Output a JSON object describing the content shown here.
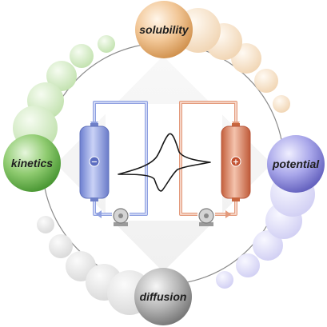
{
  "labels": {
    "solubility": "solubility",
    "kinetics": "kinetics",
    "potential": "potential",
    "diffusion": "diffusion"
  },
  "cells": {
    "negative_sign": "−",
    "positive_sign": "+"
  },
  "colors": {
    "solubility": "#e0ad72",
    "kinetics": "#5aa83e",
    "potential": "#7a78cf",
    "diffusion": "#8e8e8e",
    "negative_tank": "#8f9fe0",
    "positive_tank": "#de8a68",
    "ring": "#8a8a8a",
    "voltammogram": "#1a1a1a"
  }
}
